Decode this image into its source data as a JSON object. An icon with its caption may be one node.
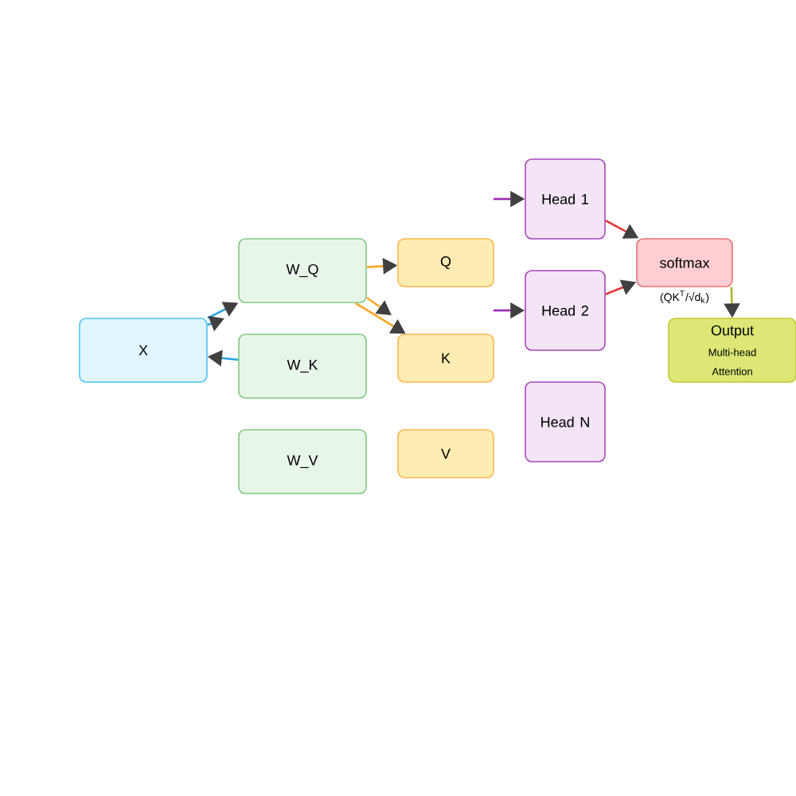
{
  "diagram": {
    "nodes": [
      {
        "text": [
          "X"
        ]
      },
      {
        "text": [
          "W_Q"
        ]
      },
      {
        "text": [
          "W_K"
        ]
      },
      {
        "text": [
          "W_V"
        ]
      },
      {
        "text": [
          "Q"
        ]
      },
      {
        "text": [
          "K"
        ]
      },
      {
        "text": [
          "V"
        ]
      },
      {
        "text": [
          "Head 1"
        ]
      },
      {
        "text": [
          "Head 2"
        ]
      },
      {
        "text": [
          "Head N"
        ]
      },
      {
        "text": [
          "softmax"
        ],
        "beside": [
          "(QK$^{T}$/√d$_{k}$)"
        ]
      },
      {
        "text": [
          "Output",
          "Multi-head Attention"
        ]
      }
    ],
    "edges": [
      {
        "from": 0,
        "to": 1,
        "arrow": "to",
        "color": "#29a3e0"
      },
      {
        "from": 0,
        "to": null,
        "arrow": "to",
        "color": "#29a3e0"
      },
      {
        "from": 2,
        "to": 0,
        "arrow": "to",
        "color": "#29a3e0"
      },
      {
        "from": 1,
        "to": 4,
        "arrow": "to",
        "color": "#f5a623"
      },
      {
        "from": 1,
        "to": null,
        "arrow": "to",
        "color": "#f5a623"
      },
      {
        "from": 1,
        "to": 5,
        "arrow": "to",
        "color": "#f5a623"
      },
      {
        "from": null,
        "to": 7,
        "arrow": "to",
        "color": "#9c27b0"
      },
      {
        "from": null,
        "to": 8,
        "arrow": "to",
        "color": "#9c27b0"
      },
      {
        "from": 7,
        "to": 10,
        "arrow": "to",
        "color": "#e53935"
      },
      {
        "from": 8,
        "to": 10,
        "arrow": "to",
        "color": "#e53935"
      },
      {
        "from": 10,
        "to": 11,
        "arrow": "to",
        "color": "#b5b52a"
      }
    ]
  }
}
